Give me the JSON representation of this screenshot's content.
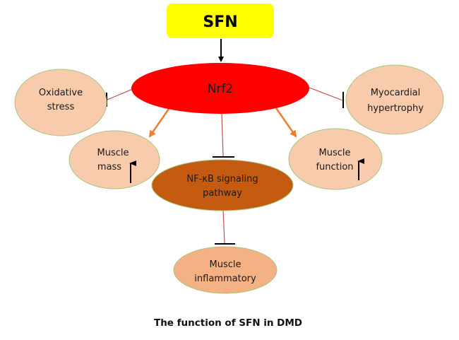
{
  "colors": {
    "sfn_fill": "#FFFF00",
    "nrf2_fill": "#FF0000",
    "nfkb_fill": "#C55A11",
    "node_fill": "#F8CBAD",
    "inflammatory_fill": "#F4B183",
    "node_stroke": "#A9C47F",
    "inhibit_line": "#C0504D",
    "activate_arrow": "#ED7D31",
    "black": "#000000"
  },
  "nodes": {
    "sfn": {
      "label": "SFN"
    },
    "nrf2": {
      "label": "Nrf2"
    },
    "oxidative_stress": {
      "line1": "Oxidative",
      "line2": "stress"
    },
    "myocardial_hypertrophy": {
      "line1": "Myocardial",
      "line2": "hypertrophy"
    },
    "muscle_mass": {
      "line1": "Muscle",
      "line2": "mass",
      "trend": "up"
    },
    "muscle_function": {
      "line1": "Muscle",
      "line2": "function",
      "trend": "up"
    },
    "nfkb": {
      "line1": "NF-κB signaling",
      "line2": "pathway"
    },
    "muscle_inflammatory": {
      "line1": "Muscle",
      "line2": "inflammatory"
    }
  },
  "edges": [
    {
      "from": "SFN",
      "to": "Nrf2",
      "type": "activates"
    },
    {
      "from": "Nrf2",
      "to": "Oxidative stress",
      "type": "inhibits"
    },
    {
      "from": "Nrf2",
      "to": "Myocardial hypertrophy",
      "type": "inhibits"
    },
    {
      "from": "Nrf2",
      "to": "Muscle mass",
      "type": "promotes"
    },
    {
      "from": "Nrf2",
      "to": "Muscle function",
      "type": "promotes"
    },
    {
      "from": "Nrf2",
      "to": "NF-κB signaling pathway",
      "type": "inhibits"
    },
    {
      "from": "NF-κB signaling pathway",
      "to": "Muscle inflammatory",
      "type": "inhibits"
    }
  ],
  "caption": "The function of SFN in DMD"
}
